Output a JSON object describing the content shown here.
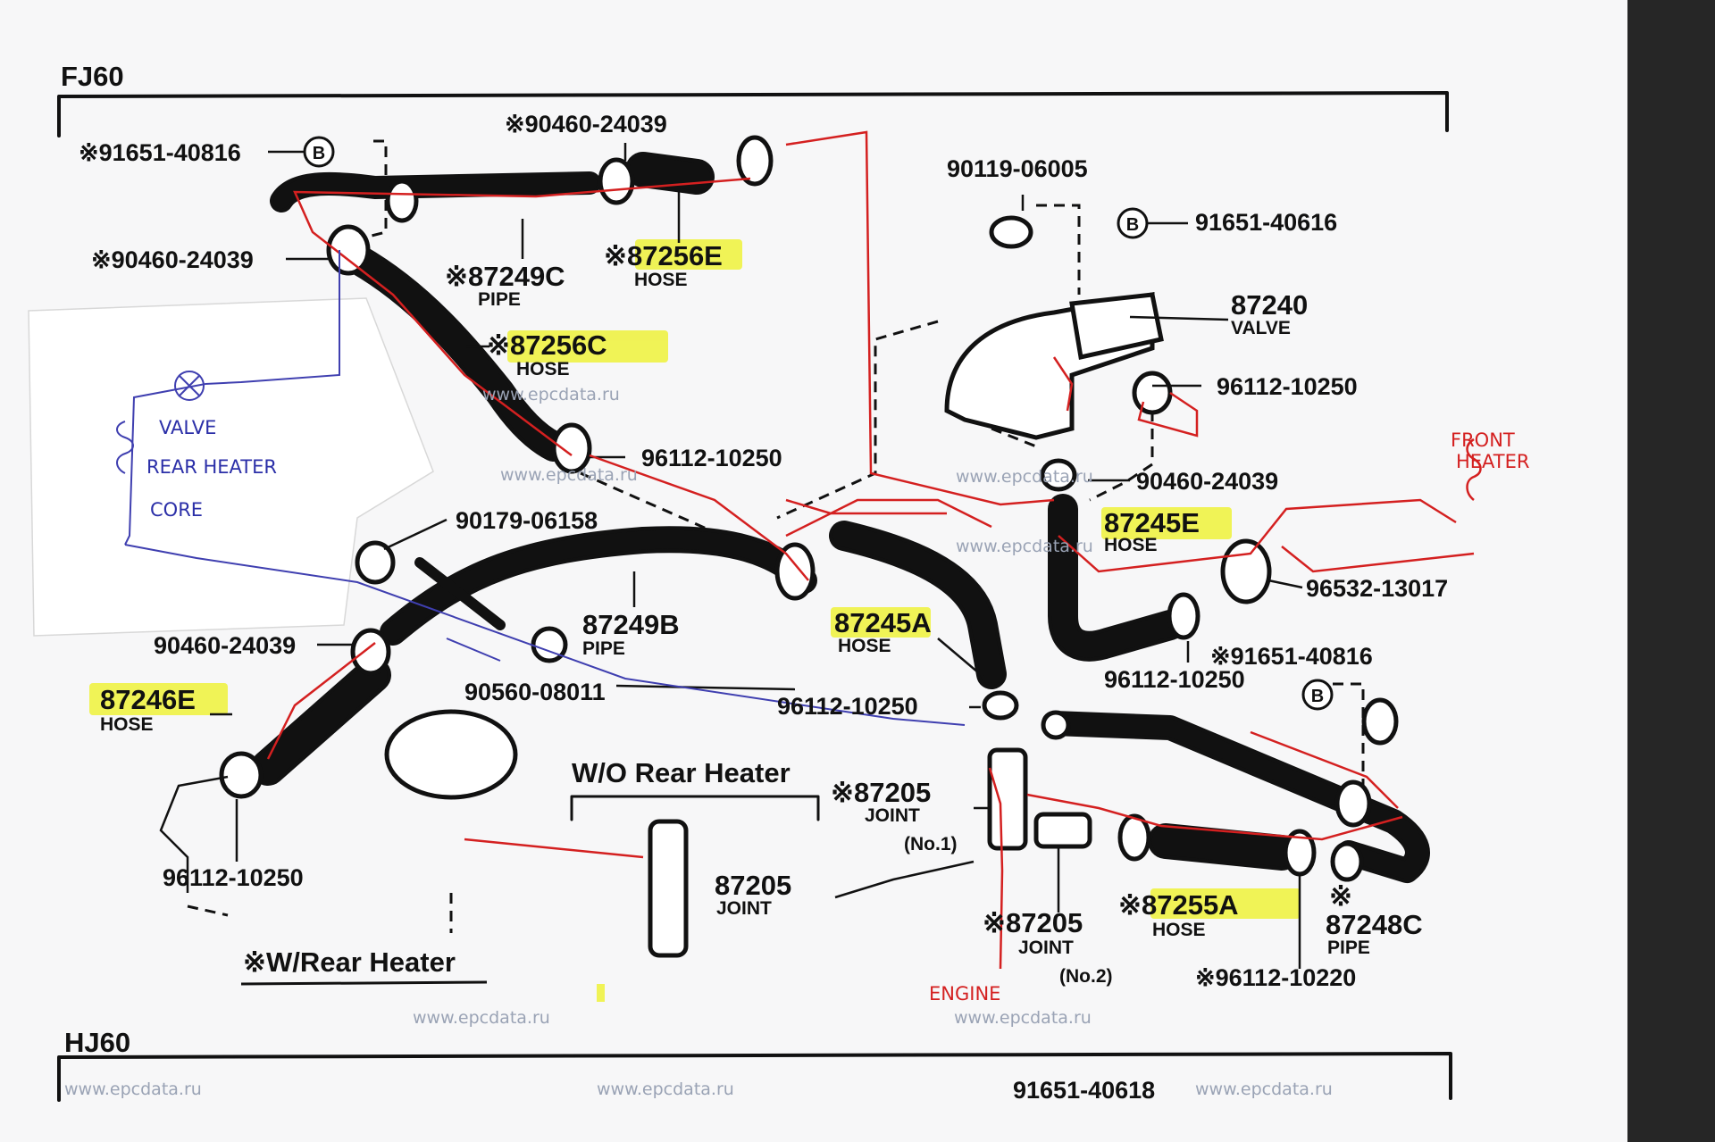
{
  "sections": {
    "fj": "FJ60",
    "hj": "HJ60"
  },
  "labels": {
    "p91651_40816_top": "※91651-40816",
    "p90460_24039_top": "※90460-24039",
    "p90460_24039_left": "※90460-24039",
    "p87249c": "※87249C",
    "p87249c_sub": "PIPE",
    "p87256e": "※87256E",
    "p87256e_sub": "HOSE",
    "p87256c": "※87256C",
    "p87256c_sub": "HOSE",
    "p96112_10250_mid": "96112-10250",
    "p90179_06158": "90179-06158",
    "p87249b": "87249B",
    "p87249b_sub": "PIPE",
    "p90460_24039_lower": "90460-24039",
    "p87246e": "87246E",
    "p87246e_sub": "HOSE",
    "p90560_08011": "90560-08011",
    "p96112_10250_lower_left": "96112-10250",
    "p90119_06005": "90119-06005",
    "p91651_40616": "91651-40616",
    "p87240": "87240",
    "p87240_sub": "VALVE",
    "p96112_10250_valve": "96112-10250",
    "p90460_24039_right": "90460-24039",
    "p87245e": "87245E",
    "p87245e_sub": "HOSE",
    "p96532_13017": "96532-13017",
    "p87245a": "87245A",
    "p87245a_sub": "HOSE",
    "p96112_10250_right": "96112-10250",
    "p91651_40816_right": "※91651-40816",
    "p96112_10250_joint": "96112-10250",
    "p87205_no1": "※87205",
    "p87205_no1_sub": "JOINT",
    "p87205_no1_tag": "(No.1)",
    "wo_rear_heater": "W/O Rear Heater",
    "p87205_plain": "87205",
    "p87205_plain_sub": "JOINT",
    "p87205_no2": "※87205",
    "p87205_no2_sub": "JOINT",
    "p87205_no2_tag": "(No.2)",
    "p87255a": "※87255A",
    "p87255a_sub": "HOSE",
    "p87248c": "87248C",
    "p87248c_sub": "PIPE",
    "p87248c_mark": "※",
    "p96112_10220": "※96112-10220",
    "w_rear_heater": "※W/Rear Heater",
    "p91651_40618": "91651-40618",
    "b_mark": "B"
  },
  "handwritten": {
    "valve": "VALVE",
    "rear_heater": "REAR HEATER",
    "core": "CORE",
    "front_heater_1": "FRONT",
    "front_heater_2": "HEATER",
    "engine": "ENGINE"
  },
  "watermark": "www.epcdata.ru",
  "colors": {
    "highlight": "#eef23a",
    "red_ink": "#d42020",
    "blue_ink": "#2b2fa8"
  }
}
